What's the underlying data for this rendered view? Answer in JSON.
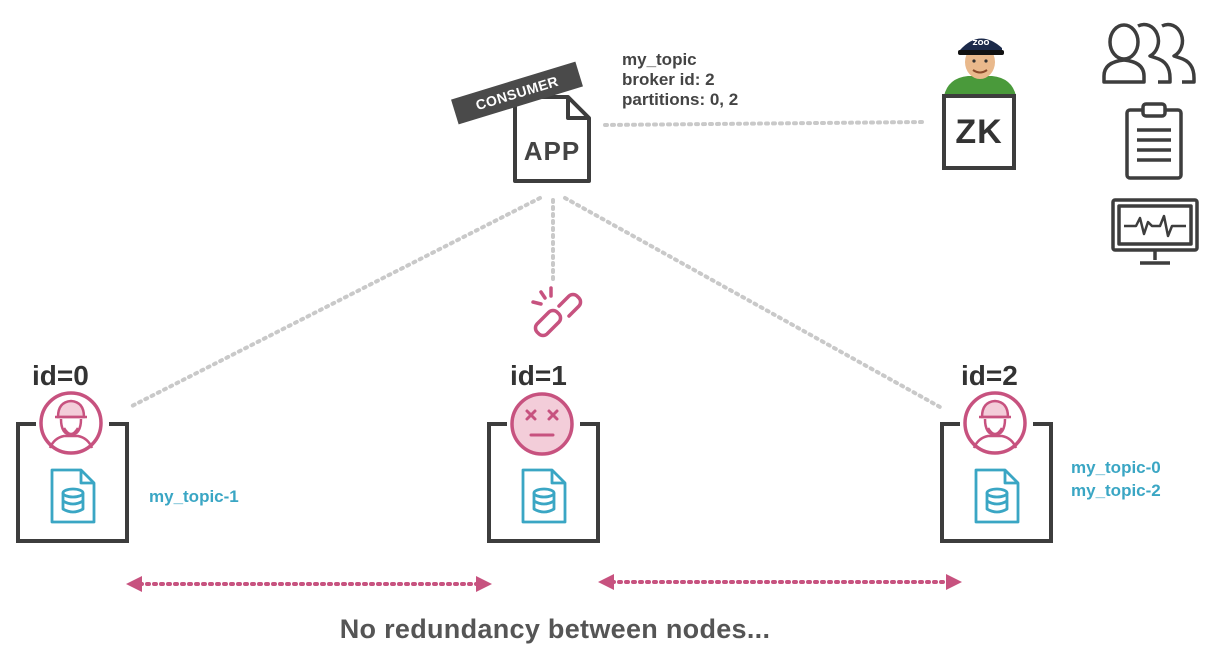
{
  "consumer": {
    "band_label": "CONSUMER",
    "app_label": "APP",
    "info": [
      "my_topic",
      "broker id: 2",
      "partitions: 0, 2"
    ]
  },
  "zookeeper": {
    "label": "ZK",
    "hat_text": "ZOO"
  },
  "brokers": [
    {
      "id_label": "id=0",
      "partitions": [
        "my_topic-1"
      ],
      "status": "up"
    },
    {
      "id_label": "id=1",
      "partitions": [],
      "status": "down"
    },
    {
      "id_label": "id=2",
      "partitions": [
        "my_topic-0",
        "my_topic-2"
      ],
      "status": "up"
    }
  ],
  "footer": {
    "text": "No redundancy between nodes..."
  },
  "side_icons": [
    "users-icon",
    "clipboard-icon",
    "monitor-heartbeat-icon"
  ],
  "colors": {
    "accent_pink": "#c7527f",
    "pink_light": "#f3cdd9",
    "teal": "#3aa6c4",
    "dark": "#3d3d3d",
    "dots": "#cccccc"
  }
}
